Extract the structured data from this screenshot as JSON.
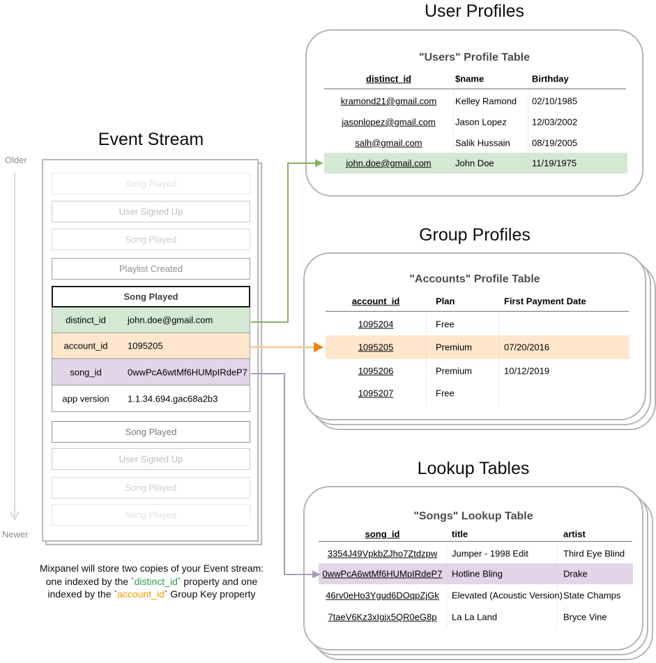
{
  "titles": {
    "event_stream": "Event Stream",
    "user_profiles": "User Profiles",
    "group_profiles": "Group Profiles",
    "lookup_tables": "Lookup Tables"
  },
  "timeline": {
    "older": "Older",
    "newer": "Newer"
  },
  "event_stream": {
    "events_before": [
      "Song Played",
      "User Signed Up",
      "Song Played",
      "Playlist Created"
    ],
    "expanded_event": {
      "name": "Song Played",
      "properties": [
        {
          "key": "distinct_id",
          "value": "john.doe@gmail.com"
        },
        {
          "key": "account_id",
          "value": "1095205"
        },
        {
          "key": "song_id",
          "value": "0wwPcA6wtMf6HUMpIRdeP7"
        },
        {
          "key": "app version",
          "value": "1.1.34.694.gac68a2b3"
        }
      ]
    },
    "events_after": [
      "Song Played",
      "User Signed Up",
      "Song Played",
      "Song Played"
    ]
  },
  "users_table": {
    "heading": "\"Users\" Profile Table",
    "columns": [
      "distinct_id",
      "$name",
      "Birthday"
    ],
    "rows": [
      [
        "kramond21@gmail.com",
        "Kelley Ramond",
        "02/10/1985"
      ],
      [
        "jasonlopez@gmail.com",
        "Jason Lopez",
        "12/03/2002"
      ],
      [
        "salh@gmail.com",
        "Salik Hussain",
        "08/19/2005"
      ],
      [
        "john.doe@gmail.com",
        "John Doe",
        "11/19/1975"
      ]
    ],
    "highlighted_row_index": 3
  },
  "accounts_table": {
    "heading": "\"Accounts\" Profile Table",
    "columns": [
      "account_id",
      "Plan",
      "First Payment Date"
    ],
    "rows": [
      [
        "1095204",
        "Free",
        ""
      ],
      [
        "1095205",
        "Premium",
        "07/20/2016"
      ],
      [
        "1095206",
        "Premium",
        "10/12/2019"
      ],
      [
        "1095207",
        "Free",
        ""
      ]
    ],
    "highlighted_row_index": 1
  },
  "songs_table": {
    "heading": "\"Songs\" Lookup Table",
    "columns": [
      "song_id",
      "title",
      "artist"
    ],
    "rows": [
      [
        "3354J49VpkbZJho7Ztdzpw",
        "Jumper - 1998 Edit",
        "Third Eye Blind"
      ],
      [
        "0wwPcA6wtMf6HUMpIRdeP7",
        "Hotline Bling",
        "Drake"
      ],
      [
        "46rv0eHo3Ygud6DOqpZjGk",
        "Elevated (Acoustic Version)",
        "State Champs"
      ],
      [
        "7taeV6Kz3xIgjx5QR0eG8p",
        "La La Land",
        "Bryce Vine"
      ]
    ],
    "highlighted_row_index": 1
  },
  "caption": {
    "line1": "Mixpanel will store two copies of your Event stream:",
    "line2_pre": "one indexed by the `",
    "line2_key": "distinct_id",
    "line2_post": "` property and one",
    "line3_pre": "indexed by the `",
    "line3_key": "account_id",
    "line3_post": "` Group Key property"
  },
  "colors": {
    "green_fill": "#d5e8d4",
    "orange_fill": "#ffe6cc",
    "purple_fill": "#e1d5e7",
    "green_arrow": "#82b366",
    "orange_arrow_line": "#f3cc9a",
    "orange_arrow_head": "#f28411",
    "purple_arrow": "#a89bb3",
    "caption_green": "#2f9e44",
    "caption_orange": "#f59f00"
  }
}
